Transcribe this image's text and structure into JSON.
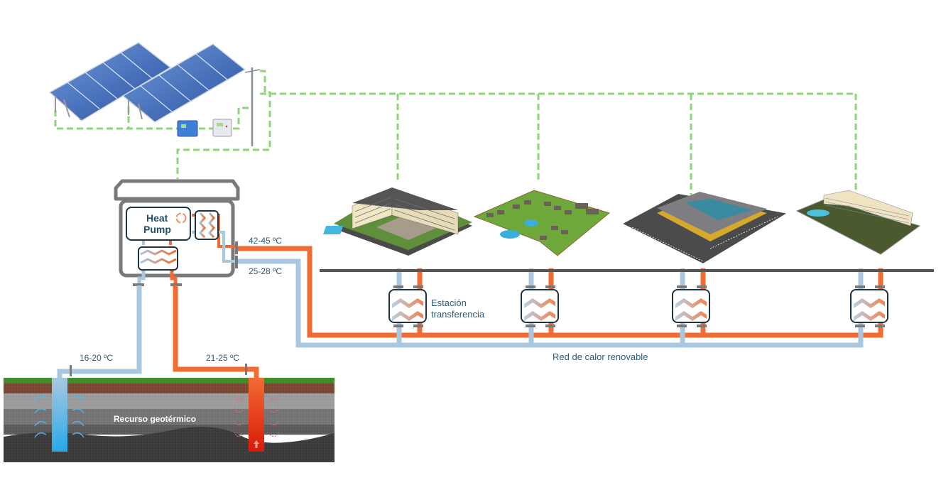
{
  "colors": {
    "hot_pipe": "#f26b32",
    "cold_pipe": "#a9c8e0",
    "electric_line": "#8fd47a",
    "housing": "#7a7a7a",
    "ground_line": "#555555",
    "label_text": "#2f5a78",
    "box_border": "#1c3344"
  },
  "heat_pump": {
    "label_line1": "Heat",
    "label_line2": "Pump"
  },
  "temperatures": {
    "supply_network": "42-45 ºC",
    "return_network": "25-28 ºC",
    "geo_cold": "16-20 ºC",
    "geo_hot": "21-25 ºC"
  },
  "geothermal": {
    "label": "Recurso geotérmico"
  },
  "network": {
    "label": "Red de calor renovable",
    "station_label_line1": "Estación",
    "station_label_line2": "transferencia",
    "station_count": 4
  },
  "buildings": [
    {
      "name": "hotel"
    },
    {
      "name": "bungalow-resort"
    },
    {
      "name": "commercial-center"
    },
    {
      "name": "apartment-block"
    }
  ],
  "solar": {
    "panel_arrays": 2,
    "devices": [
      "inverter",
      "controller",
      "power-pole"
    ]
  }
}
